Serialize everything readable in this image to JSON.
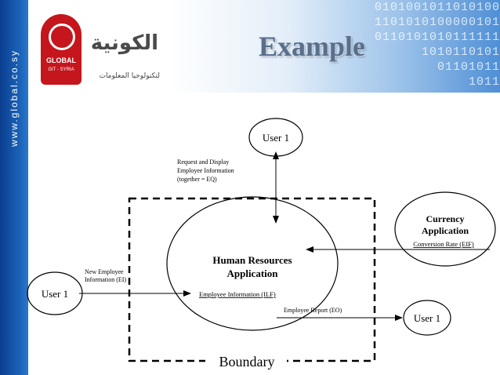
{
  "sidebar": {
    "website": "www.global.co.sy"
  },
  "header": {
    "title": "Example",
    "binary_lines": [
      "0101001011010100",
      "1101010100000101",
      "0110101010111111",
      "1010110101",
      "01101011",
      "1011"
    ]
  },
  "logo": {
    "arabic_name": "الكونية",
    "arabic_subtitle": "لتكنولوجيا المعلومات",
    "brand": "GLOBAL",
    "brand_sub": "GIT - SYRIA"
  },
  "diagram": {
    "user_top": "User 1",
    "user_left": "User 1",
    "user_right": "User 1",
    "eq_label": [
      "Request and Display",
      "Employee Information",
      "(together = EQ)"
    ],
    "ei_label": [
      "New Employee",
      "Information (EI)"
    ],
    "hr_app": [
      "Human Resources",
      "Application"
    ],
    "ilf_label": "Employee Information (ILF)",
    "eo_label": "Employee Report (EO)",
    "currency_app": [
      "Currency",
      "Application"
    ],
    "eif_label": "Conversion Rate (EIF)",
    "boundary": "Boundary"
  },
  "colors": {
    "strip": "#1a5fb4",
    "logo_red": "#c4161c",
    "title": "#5a6f8a"
  }
}
